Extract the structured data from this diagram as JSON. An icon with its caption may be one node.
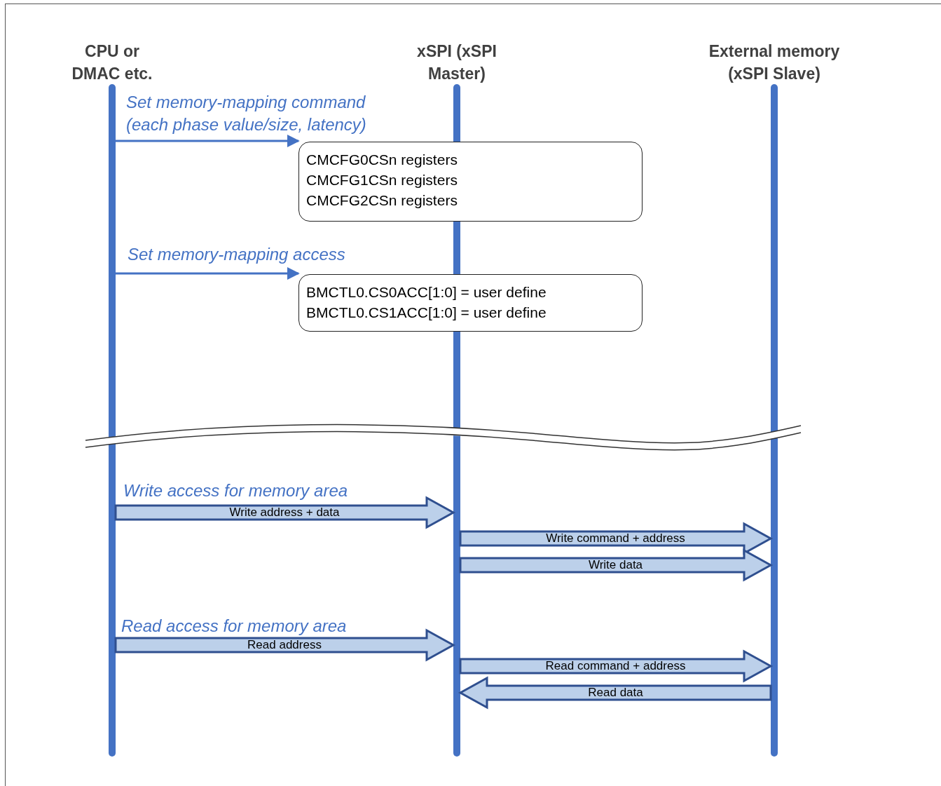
{
  "diagram": {
    "nodes": [
      {
        "text": [
          "CPU or DMAC etc."
        ]
      },
      {
        "text": [
          "xSPI (xSPI Master)"
        ]
      },
      {
        "text": [
          "External memory (xSPI Slave)"
        ]
      },
      {
        "text": [
          "CMCFG0CSn registers",
          "CMCFG1CSn registers",
          "CMCFG2CSn registers"
        ]
      },
      {
        "text": [
          "BMCTL0.CS0ACC[1:0] = user define",
          "BMCTL0.CS1ACC[1:0] = user define"
        ]
      }
    ],
    "edges": [
      {
        "from": 0,
        "to": 3,
        "arrow": "to",
        "label": "Set memory-mapping command (each phase value/size, latency)"
      },
      {
        "from": 0,
        "to": 4,
        "arrow": "to",
        "label": "Set memory-mapping access"
      },
      {
        "from": 0,
        "to": 1,
        "arrow": "to",
        "label": "Write address + data",
        "style": "thick"
      },
      {
        "from": 1,
        "to": 2,
        "arrow": "to",
        "label": "Write command + address",
        "style": "thick"
      },
      {
        "from": 1,
        "to": 2,
        "arrow": "to",
        "label": "Write data",
        "style": "thick"
      },
      {
        "from": 0,
        "to": 1,
        "arrow": "to",
        "label": "Read address",
        "style": "thick"
      },
      {
        "from": 1,
        "to": 2,
        "arrow": "to",
        "label": "Read command + address",
        "style": "thick"
      },
      {
        "from": 2,
        "to": 1,
        "arrow": "to",
        "label": "Read data",
        "style": "thick"
      }
    ],
    "labels": [
      "Write access for memory area",
      "Read access for memory area"
    ]
  }
}
